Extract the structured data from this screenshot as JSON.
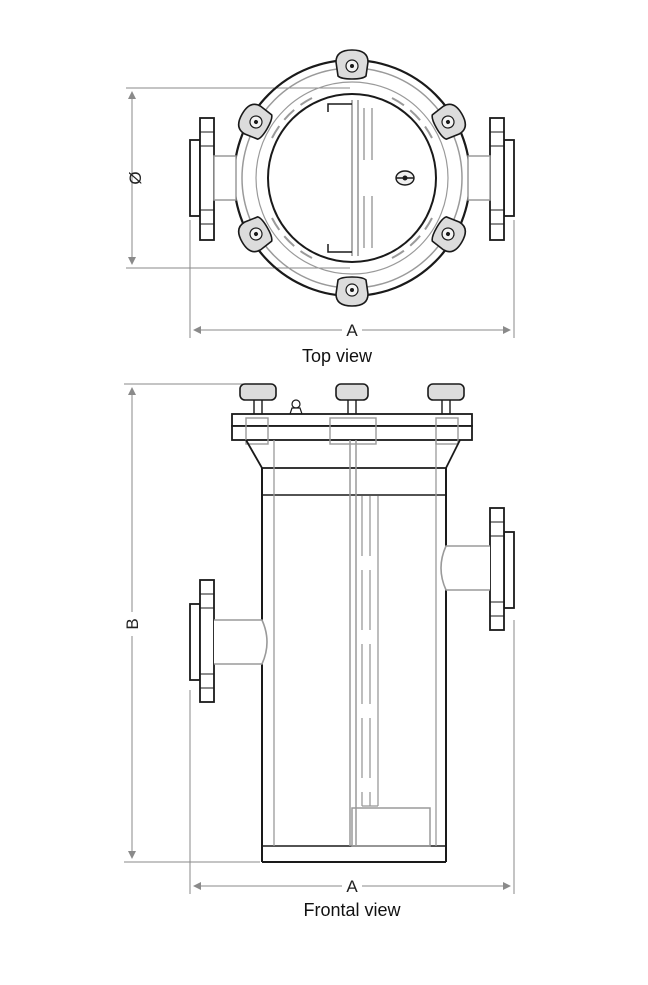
{
  "top_view": {
    "caption": "Top view",
    "diameter_label": "Ø",
    "width_label": "A"
  },
  "frontal_view": {
    "caption": "Frontal view",
    "height_label": "B",
    "width_label": "A"
  },
  "colors": {
    "line_dark": "#1a1a1a",
    "line_light": "#9a9a9a",
    "dimension": "#8a8a8a",
    "knob_fill": "#dcdcdc"
  }
}
